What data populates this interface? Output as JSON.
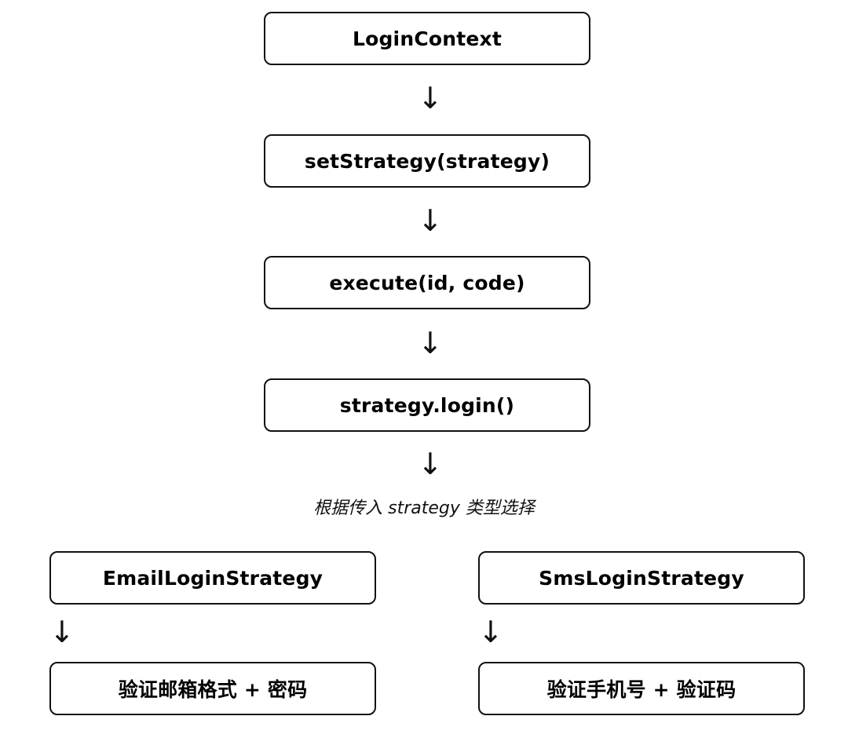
{
  "flow": {
    "steps": [
      {
        "label": "LoginContext"
      },
      {
        "label": "setStrategy(strategy)"
      },
      {
        "label": "execute(id, code)"
      },
      {
        "label": "strategy.login()"
      }
    ],
    "arrow_glyph": "↓",
    "selection_note": "根据传入 strategy 类型选择"
  },
  "branches": {
    "left": {
      "strategy": "EmailLoginStrategy",
      "action": "验证邮箱格式 + 密码"
    },
    "right": {
      "strategy": "SmsLoginStrategy",
      "action": "验证手机号 + 验证码"
    }
  }
}
